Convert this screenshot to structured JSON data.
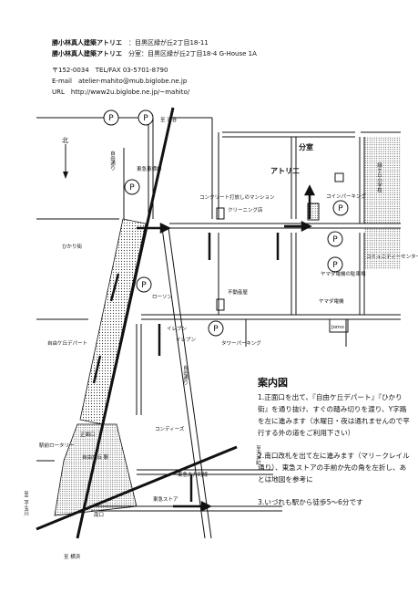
{
  "header": {
    "line1_name": "勝小林真人建築アトリエ",
    "line1_addr": "：目黒区緑が丘2丁目18-11",
    "line2_name": "勝小林真人建築アトリエ",
    "line2_addr": "分室：目黒区緑が丘2丁目18-4 G-House 1A",
    "postal": "〒152-0034　TEL/FAX 03-5701-8790",
    "email": "E-mail　atelier-mahito@mub.biglobe.ne.jp",
    "url": "URL　http://www2u.biglobe.ne.jp/~mahito/"
  },
  "map": {
    "north": "北",
    "parking": "P",
    "labels": {
      "to_shibuya": "至 渋谷",
      "jiyu_dori": "自由通り",
      "toyoko_line": "東急東横線",
      "bunshitsu": "分室",
      "atelier": "アトリエ",
      "concrete_mansion": "コンクリート打放しのマンション",
      "cleaning": "クリーニング店",
      "coin_parking": "コインパーキング",
      "midorigaoka_school": "緑ケ丘小学校",
      "hikari_gai": "ひかり街",
      "fudosan": "不動産屋",
      "community_center": "コミュニティーセンター",
      "yamada_parking": "ヤマダ電機の駐車場",
      "yamada": "ヤマダ電機",
      "lawson": "ローソン",
      "jomo": "Jomo",
      "department": "自由ケ丘デパート",
      "ilfun": "イレブン",
      "ilfun2": "イレブン",
      "tower_parking": "タワーパーキング",
      "jiyu_dori2": "自由通り",
      "kondeizu": "コンディーズ",
      "shomen": "正面口",
      "rotary": "駅前ロータリー",
      "station": "自由が丘 駅",
      "oimachi_line": "東急大井町線",
      "tokyu_store": "東急ストア",
      "minamiguchi": "南口",
      "to_oimachi": "至大井町",
      "to_futako": "至二子玉川",
      "to_yokohama": "至 横浜"
    }
  },
  "guide": {
    "title": "案内図",
    "step1": "1.正面口を出て、『自由ケ丘デパート』『ひかり街』を通り抜け、すぐの踏み切りを渡り、Y字路を左に進みます（水曜日・夜は通れませんので平行する外の道をご利用下さい）",
    "step2": "2.南口改札を出て左に進みます（マリ－クレイル通り）、東急ストアの手前か先の角を左折し、あとは地図を参考に",
    "step3": "3.いづれも駅から徒歩5～6分です"
  }
}
